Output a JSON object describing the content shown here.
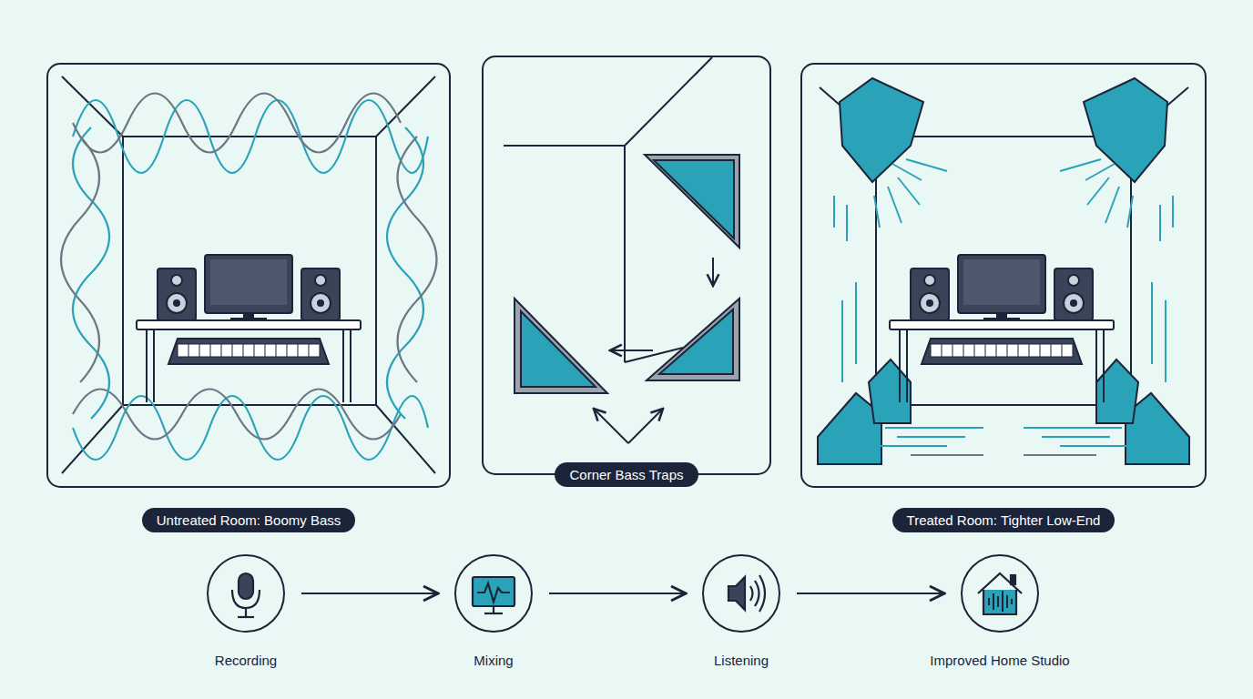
{
  "diagram": {
    "nodes": [
      {
        "text": [
          "Untreated Room: Boomy Bass"
        ]
      },
      {
        "text": [
          "Corner Bass Traps"
        ]
      },
      {
        "text": [
          "Treated Room: Tighter Low-End"
        ]
      },
      {
        "text": [
          "Recording"
        ]
      },
      {
        "text": [
          "Mixing"
        ]
      },
      {
        "text": [
          "Listening"
        ]
      },
      {
        "text": [
          "Improved Home Studio"
        ]
      }
    ],
    "edges": [
      {
        "from": 3,
        "to": 4,
        "arrow": "to"
      },
      {
        "from": 4,
        "to": 5,
        "arrow": "to"
      },
      {
        "from": 5,
        "to": 6,
        "arrow": "to"
      }
    ]
  }
}
